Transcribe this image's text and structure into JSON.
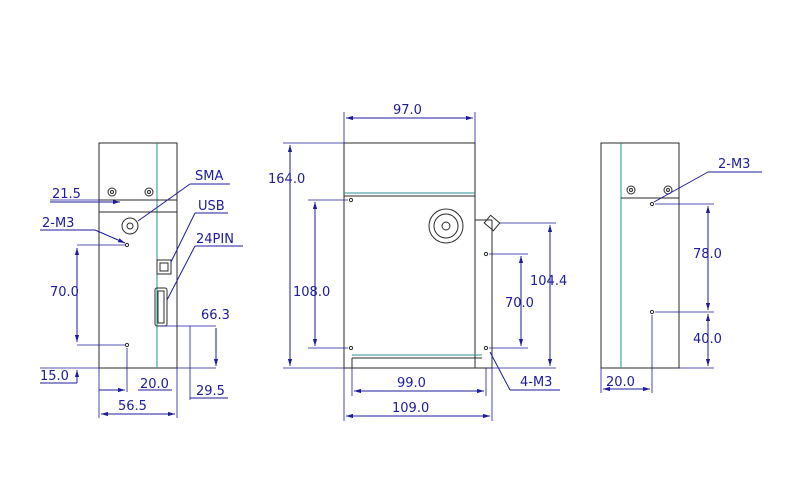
{
  "callouts": {
    "sma": "SMA",
    "usb": "USB",
    "pin24": "24PIN",
    "m3_left": "2-M3",
    "m3_right": "2-M3",
    "m3_front": "4-M3"
  },
  "dimensions": {
    "left_21_5": "21.5",
    "left_70": "70.0",
    "left_15": "15.0",
    "left_20": "20.0",
    "left_29_5": "29.5",
    "left_66_3": "66.3",
    "left_56_5": "56.5",
    "front_97": "97.0",
    "front_164": "164.0",
    "front_108": "108.0",
    "front_70": "70.0",
    "front_104_4": "104.4",
    "front_99": "99.0",
    "front_109": "109.0",
    "right_78": "78.0",
    "right_40": "40.0",
    "right_20": "20.0"
  },
  "colors": {
    "dimension": "#1c1c9c",
    "outline": "#2b2b2b",
    "accent_line": "#2a8f8f"
  }
}
